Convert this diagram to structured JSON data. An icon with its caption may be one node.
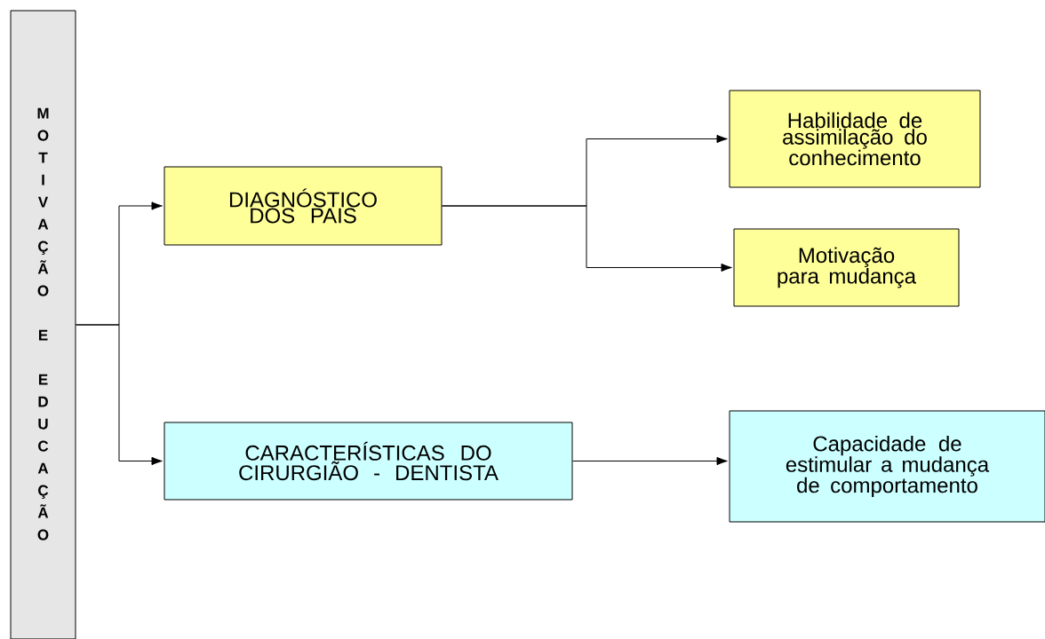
{
  "diagram": {
    "nodes": [
      {
        "text": [
          "MOTIVAÇÃO E EDUCAÇÃO"
        ]
      },
      {
        "text": [
          "DIAGNÓSTICO DOS PAIS"
        ]
      },
      {
        "text": [
          "Habilidade de assimilação do conhecimento"
        ]
      },
      {
        "text": [
          "Motivação para mudança"
        ]
      },
      {
        "text": [
          "CARACTERÍSTICAS DO CIRURGIÃO - DENTISTA"
        ]
      },
      {
        "text": [
          "Capacidade de estimular a mudança de comportamento"
        ]
      }
    ],
    "edges": [
      {
        "from": 0,
        "to": 1,
        "arrow": "to"
      },
      {
        "from": 0,
        "to": 4,
        "arrow": "to"
      },
      {
        "from": 1,
        "to": 2,
        "arrow": "to"
      },
      {
        "from": 1,
        "to": 3,
        "arrow": "to"
      },
      {
        "from": 4,
        "to": 5,
        "arrow": "to"
      }
    ]
  }
}
